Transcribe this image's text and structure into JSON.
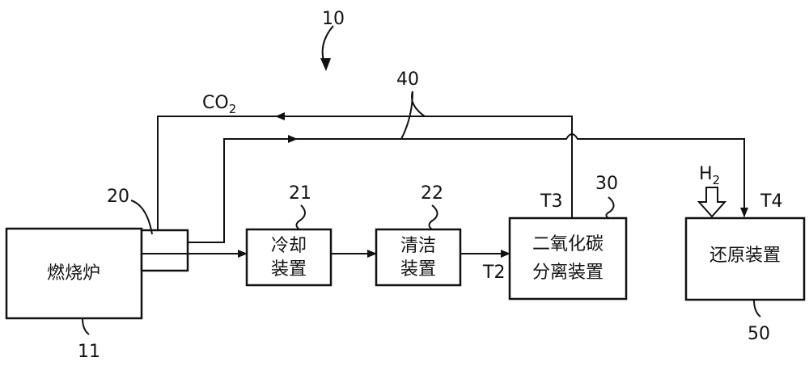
{
  "diagram": {
    "system_ref": "10",
    "pipe_ref": "40",
    "co2_label": {
      "main": "CO",
      "sub": "2"
    },
    "h2_label": {
      "main": "H",
      "sub": "2"
    },
    "furnace": {
      "label": "燃烧炉",
      "ref": "11"
    },
    "exhaust_ref": "20",
    "cooler": {
      "line1": "冷却",
      "line2": "装置",
      "ref": "21"
    },
    "cleaner": {
      "line1": "清洁",
      "line2": "装置",
      "ref": "22"
    },
    "co2_separator": {
      "line1": "二氧化碳",
      "line2": "分离装置",
      "ref": "30"
    },
    "reduction": {
      "label": "还原装置",
      "ref": "50"
    },
    "temps": {
      "t2": "T2",
      "t3": "T3",
      "t4": "T4"
    }
  }
}
